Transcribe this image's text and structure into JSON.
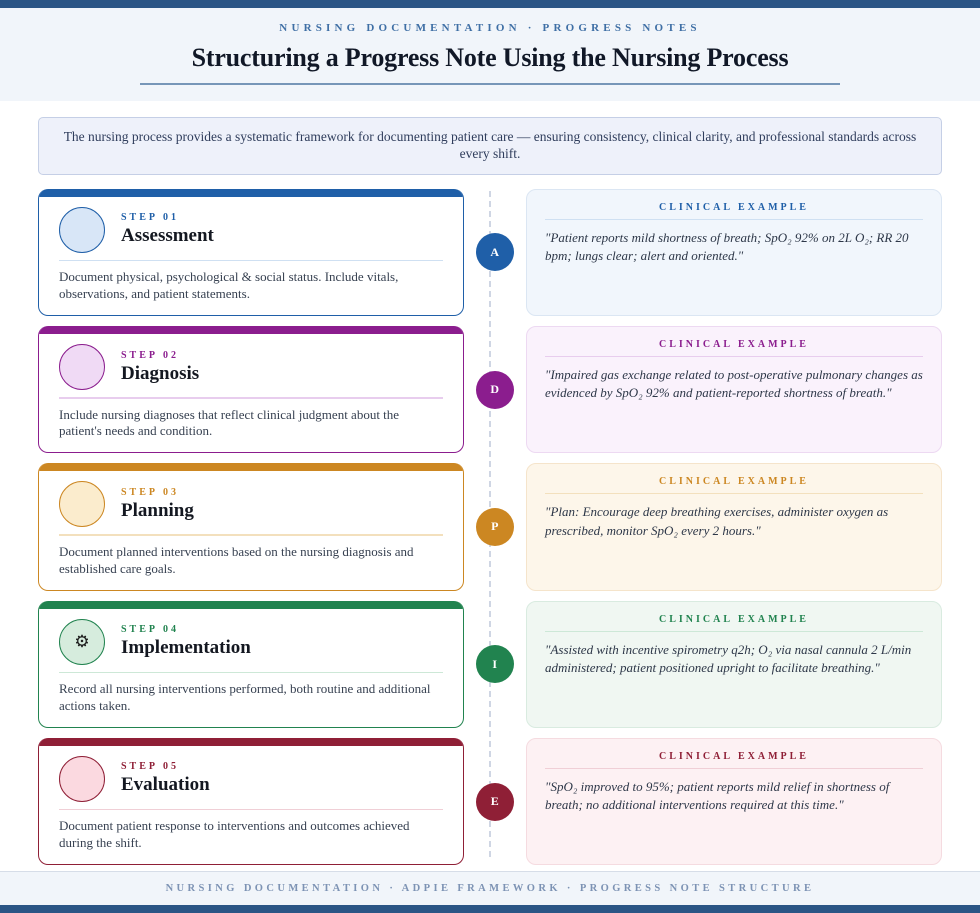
{
  "header": {
    "kicker": "Nursing Documentation · Progress Notes",
    "title": "Structuring a Progress Note Using the Nursing Process"
  },
  "intro": {
    "text": "The nursing process provides a systematic framework for documenting patient care — ensuring consistency, clinical clarity, and professional standards across every shift."
  },
  "example_label": "Clinical Example",
  "steps": [
    {
      "step_label": "Step 01",
      "title": "Assessment",
      "description": "Document physical, psychological & social status. Include vitals, observations, and patient statements.",
      "badge": "A",
      "icon": "",
      "example": "\"Patient reports mild shortness of breath; SpO₂ 92% on 2L O₂; RR 20 bpm; lungs clear; alert and oriented.\"",
      "accent": "#1f5fa8",
      "bubble_fill": "#d8e6f7",
      "divider": "#cfe0f2",
      "example_bg": "#f1f6fc",
      "example_border": "#dbe6f3"
    },
    {
      "step_label": "Step 02",
      "title": "Diagnosis",
      "description": "Include nursing diagnoses that reflect clinical judgment about the patient's needs and condition.",
      "badge": "D",
      "icon": "",
      "example": "\"Impaired gas exchange related to post-operative pulmonary changes as evidenced by SpO₂ 92% and patient-reported shortness of breath.\"",
      "accent": "#8b1d8e",
      "bubble_fill": "#f0daf5",
      "divider": "#e8cdee",
      "example_bg": "#faf2fc",
      "example_border": "#edd9f2"
    },
    {
      "step_label": "Step 03",
      "title": "Planning",
      "description": "Document planned interventions based on the nursing diagnosis and established care goals.",
      "badge": "P",
      "icon": "",
      "example": "\"Plan: Encourage deep breathing exercises, administer oxygen as prescribed, monitor SpO₂ every 2 hours.\"",
      "accent": "#cc8722",
      "bubble_fill": "#fbeccd",
      "divider": "#f3e0bd",
      "example_bg": "#fdf6ea",
      "example_border": "#f5e4cb"
    },
    {
      "step_label": "Step 04",
      "title": "Implementation",
      "description": "Record all nursing interventions performed, both routine and additional actions taken.",
      "badge": "I",
      "icon": "⚙",
      "example": "\"Assisted with incentive spirometry q2h; O₂ via nasal cannula 2 L/min administered; patient positioned upright to facilitate breathing.\"",
      "accent": "#21834f",
      "bubble_fill": "#d6ecdd",
      "divider": "#cde8d7",
      "example_bg": "#f0f7f2",
      "example_border": "#d9ebe0"
    },
    {
      "step_label": "Step 05",
      "title": "Evaluation",
      "description": "Document patient response to interventions and outcomes achieved during the shift.",
      "badge": "E",
      "icon": "",
      "example": "\"SpO₂ improved to 95%; patient reports mild relief in shortness of breath; no additional interventions required at this time.\"",
      "accent": "#8f1f36",
      "bubble_fill": "#fbd9e0",
      "divider": "#f0cfd6",
      "example_bg": "#fdf1f3",
      "example_border": "#f5dbe0"
    }
  ],
  "footer": {
    "text": "Nursing Documentation · ADPIE Framework · Progress Note Structure"
  },
  "theme": {
    "rule_color": "#2b5585",
    "header_bg": "#f1f5fa",
    "spine_color": "#cfd6e4"
  }
}
